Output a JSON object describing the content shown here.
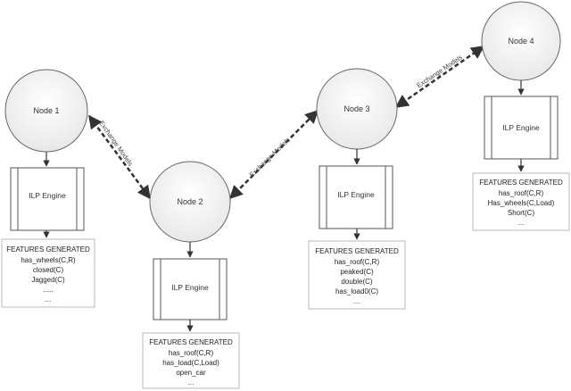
{
  "nodes": [
    {
      "id": "n1",
      "label": "Node 1"
    },
    {
      "id": "n2",
      "label": "Node 2"
    },
    {
      "id": "n3",
      "label": "Node 3"
    },
    {
      "id": "n4",
      "label": "Node 4"
    }
  ],
  "engines": [
    {
      "id": "e1",
      "label": "ILP Engine"
    },
    {
      "id": "e2",
      "label": "ILP Engine"
    },
    {
      "id": "e3",
      "label": "ILP Engine"
    },
    {
      "id": "e4",
      "label": "ILP Engine"
    }
  ],
  "edges": [
    {
      "id": "x12",
      "label": "Exchange Models"
    },
    {
      "id": "x23",
      "label": "Exchange Models"
    },
    {
      "id": "x34",
      "label": "Exchange Models"
    }
  ],
  "features": [
    {
      "id": "f1",
      "title": "FEATURES GENERATED",
      "items": [
        "has_wheels(C,R)",
        "closed(C)",
        "Jagged(C)",
        ".....",
        "..."
      ]
    },
    {
      "id": "f2",
      "title": "FEATURES GENERATED",
      "items": [
        "has_roof(C,R)",
        "has_load(C,Load)",
        "open_car",
        "..."
      ]
    },
    {
      "id": "f3",
      "title": "FEATURES GENERATED",
      "items": [
        "has_roof(C,R)",
        "peaked(C)",
        "double(C)",
        "has_load0(C)",
        "..."
      ]
    },
    {
      "id": "f4",
      "title": "FEATURES GENERATED",
      "items": [
        "has_roof(C,R)",
        "Has_wheels(C,Load)",
        "Short(C)",
        "..."
      ]
    }
  ]
}
